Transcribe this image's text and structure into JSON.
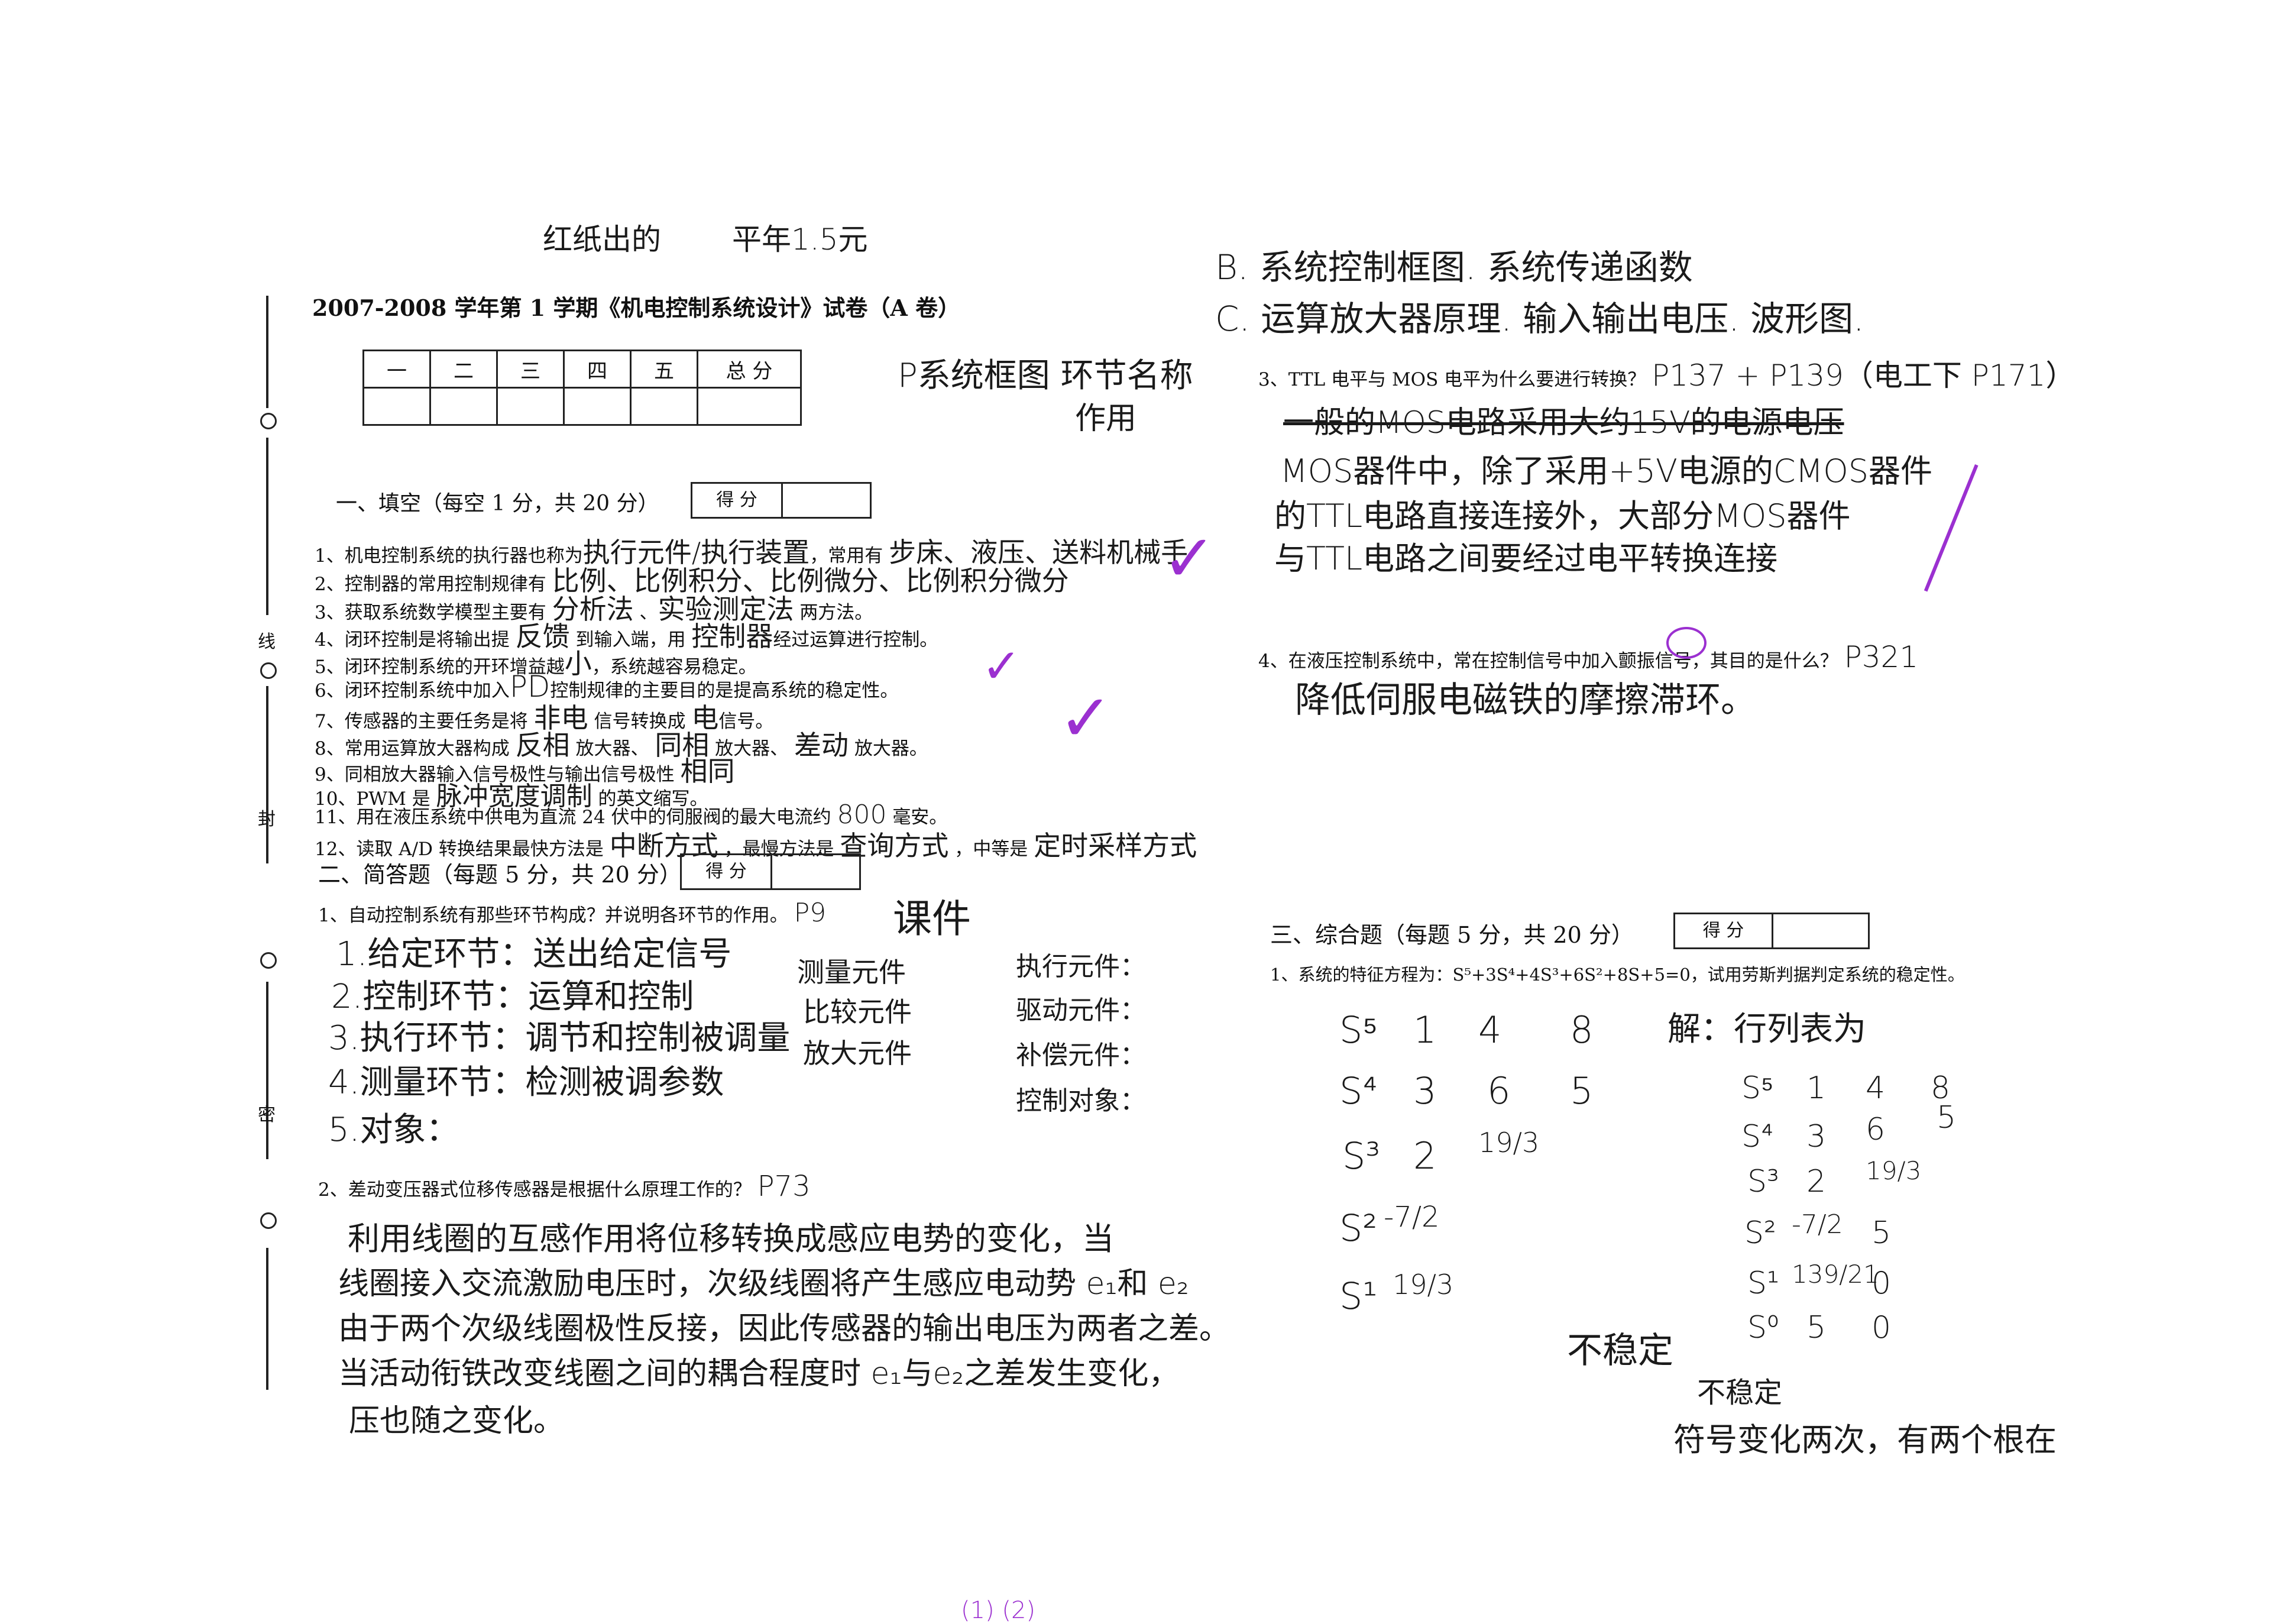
{
  "header": {
    "note_left": "红纸出的",
    "note_right": "平年1.5元",
    "exam_title": "2007-2008 学年第 1 学期《机电控制系统设计》试卷（A 卷）"
  },
  "binding_margin": {
    "marks": [
      "线",
      "封",
      "密"
    ]
  },
  "score_table": {
    "headers": [
      "一",
      "二",
      "三",
      "四",
      "五",
      "总 分"
    ]
  },
  "side_note": {
    "line1": "P系统框图 环节名称",
    "line2": "作用"
  },
  "section1": {
    "title": "一、填空（每空 1 分，共 20 分）",
    "score_label": "得 分",
    "items": [
      {
        "text": "1、机电控制系统的执行器也称为",
        "answer": "执行元件/执行装置",
        "after": "，常用有",
        "answer2": "步床、液压、送料机械手"
      },
      {
        "text": "2、控制器的常用控制规律有",
        "answer": "比例、比例积分、比例微分、比例积分微分"
      },
      {
        "text": "3、获取系统数学模型主要有",
        "answer": "分析法",
        "answer2": "实验测定法",
        "after": "两方法。"
      },
      {
        "text": "4、闭环控制是将输出提",
        "answer": "反馈",
        "after": "到输入端，用",
        "answer2": "控制器",
        "after2": "经过运算进行控制。"
      },
      {
        "text": "5、闭环控制系统的开环增益越",
        "answer": "小",
        "after": "，系统越容易稳定。"
      },
      {
        "text": "6、闭环控制系统中加入",
        "answer": "PD",
        "after": "控制规律的主要目的是提高系统的稳定性。"
      },
      {
        "text": "7、传感器的主要任务是将",
        "answer": "非电",
        "after": "信号转换成",
        "answer2": "电",
        "after2": "信号。"
      },
      {
        "text": "8、常用运算放大器构成",
        "answer": "反相",
        "after": "放大器、",
        "answer2": "同相",
        "after2": "放大器、",
        "answer3": "差动",
        "after3": "放大器。"
      },
      {
        "text": "9、同相放大器输入信号极性与输出信号极性",
        "answer": "相同"
      },
      {
        "text": "10、PWM 是",
        "answer": "脉冲宽度调制",
        "after": "的英文缩写。"
      },
      {
        "text": "11、用在液压系统中供电为直流 24 伏中的伺服阀的最大电流约",
        "answer": "800",
        "after": "毫安。"
      },
      {
        "text": "12、读取 A/D 转换结果最快方法是",
        "answer": "中断方式",
        "after": "，最慢方法是",
        "answer2": "查询方式",
        "after2": "，中等是",
        "answer3": "定时采样方式"
      }
    ]
  },
  "section2": {
    "title": "二、简答题（每题 5 分，共 20 分）",
    "score_label": "得 分",
    "q1": {
      "text": "1、自动控制系统有那些环节构成？并说明各环节的作用。",
      "page_ref": "P9",
      "side": "课件",
      "answers": [
        "1.给定环节：送出给定信号",
        "2.控制环节：运算和控制",
        "3.执行环节：调节和控制被调量",
        "4.测量环节：检测被调参数",
        "5.对象："
      ],
      "col1": [
        "测量元件",
        "比较元件",
        "放大元件"
      ],
      "col2": [
        "执行元件：",
        "驱动元件：",
        "补偿元件：",
        "控制对象："
      ]
    },
    "q2": {
      "text": "2、差动变压器式位移传感器是根据什么原理工作的？",
      "page_ref": "P73",
      "answers": [
        "利用线圈的互感作用将位移转换成感应电势的变化，当",
        "线圈接入交流激励电压时，次级线圈将产生感应电动势 e₁和 e₂",
        "由于两个次级线圈极性反接，因此传感器的输出电压为两者之差。",
        "当活动衔铁改变线圈之间的耦合程度时 e₁与e₂之差发生变化，",
        "压也随之变化。"
      ]
    }
  },
  "right_top": {
    "line_b": "B. 系统控制框图. 系统传递函数",
    "line_c": "C. 运算放大器原理. 输入输出电压. 波形图.",
    "q3": {
      "text": "3、TTL 电平与 MOS 电平为什么要进行转换？",
      "refs": "P137 + P139（电工下 P171）"
    },
    "q3_answers": [
      "一般的MOS电路采用大约15V的电源电压",
      "MOS器件中，除了采用+5V电源的CMOS器件",
      "的TTL电路直接连接外，大部分MOS器件",
      "与TTL电路之间要经过电平转换连接"
    ],
    "q4": {
      "text": "4、在液压控制系统中，常在控制信号中加入颤振信号，其目的是什么？",
      "ref": "P321"
    },
    "q4_answer": "降低伺服电磁铁的摩擦滞环。"
  },
  "section3": {
    "title": "三、综合题（每题 5 分，共 20 分）",
    "score_label": "得 分",
    "q1_text": "1、系统的特征方程为：S⁵+3S⁴+4S³+6S²+8S+5=0，试用劳斯判据判定系统的稳定性。",
    "left_table": [
      [
        "S⁵",
        "1",
        "4",
        "8"
      ],
      [
        "S⁴",
        "3",
        "6",
        "5"
      ],
      [
        "S³",
        "2",
        "19/3",
        ""
      ],
      [
        "S²",
        "-7/2",
        "",
        ""
      ],
      [
        "S¹",
        "19/3",
        "",
        ""
      ]
    ],
    "jie": "解：行列表为",
    "right_table": [
      [
        "S⁵",
        "1",
        "4",
        "8"
      ],
      [
        "S⁴",
        "3",
        "6",
        "5"
      ],
      [
        "S³",
        "2",
        "19/3",
        ""
      ],
      [
        "S²",
        "-7/2",
        "5",
        ""
      ],
      [
        "S¹",
        "139/21",
        "0",
        ""
      ],
      [
        "S⁰",
        "5",
        "0",
        ""
      ]
    ],
    "unstable1": "不稳定",
    "unstable2": "不稳定",
    "conclusion": "符号变化两次，有两个根在"
  },
  "footer": {
    "page_marks": "(1)    (2)"
  }
}
